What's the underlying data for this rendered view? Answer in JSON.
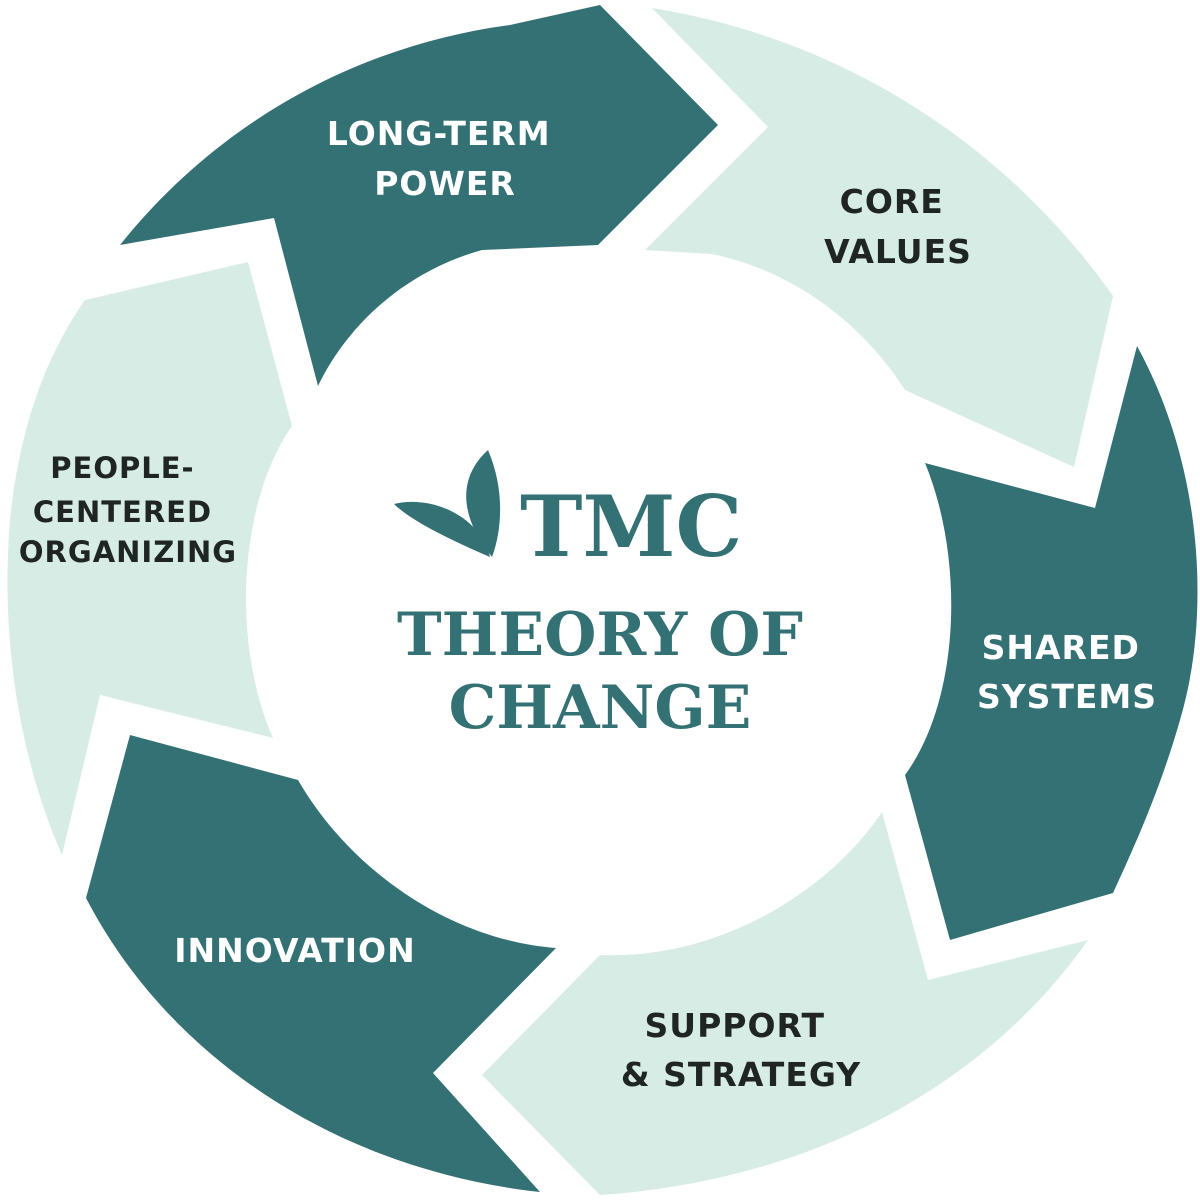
{
  "colors": {
    "dark": "#337174",
    "light": "#d6ece4",
    "dark_text": "#ffffff",
    "light_text": "#1f2523",
    "logo": "#337174",
    "background": "#ffffff"
  },
  "center": {
    "logo_icon": "leaf-icon",
    "logo_text": "TMC",
    "title_line1": "THEORY OF",
    "title_line2": "CHANGE"
  },
  "segments": [
    {
      "id": "long-term-power",
      "tone": "dark",
      "label_lines": [
        "LONG-TERM",
        "POWER"
      ]
    },
    {
      "id": "core-values",
      "tone": "light",
      "label_lines": [
        "CORE",
        "VALUES"
      ]
    },
    {
      "id": "shared-systems",
      "tone": "dark",
      "label_lines": [
        "SHARED",
        "SYSTEMS"
      ]
    },
    {
      "id": "support-strategy",
      "tone": "light",
      "label_lines": [
        "SUPPORT",
        "& STRATEGY"
      ]
    },
    {
      "id": "innovation",
      "tone": "dark",
      "label_lines": [
        "INNOVATION"
      ]
    },
    {
      "id": "people-centered-organizing",
      "tone": "light",
      "label_lines": [
        "PEOPLE-",
        "CENTERED",
        "ORGANIZING"
      ]
    }
  ]
}
